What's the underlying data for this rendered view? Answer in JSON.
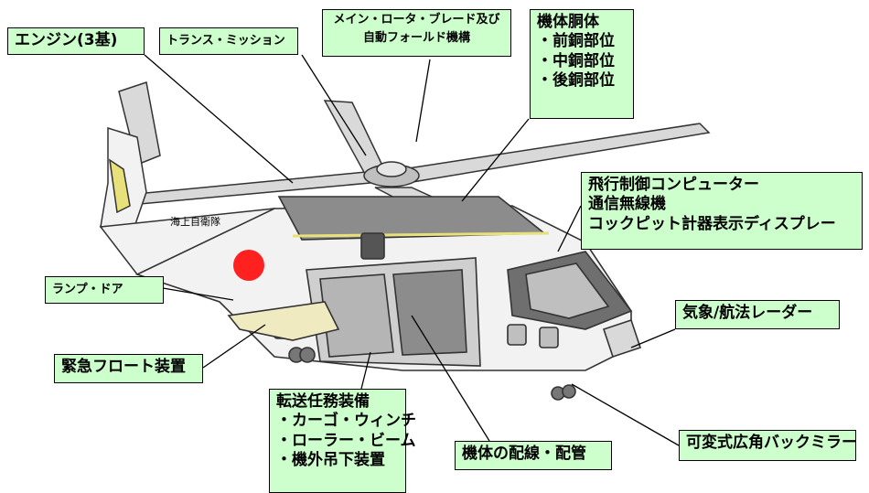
{
  "colors": {
    "callout_fill": "#ccffcc",
    "hull_white": "#f2f2f2",
    "hull_gray": "#8c8c8c",
    "roundel_red": "#ff2020",
    "stripe_yellow": "#e8e07a"
  },
  "fuselage_marking": "海上自衛隊",
  "labels": {
    "engine": "エンジン(3基)",
    "transmission": "トランス・ミッション",
    "rotor_line1": "メイン・ロータ・ブレード及び",
    "rotor_line2": "自動フォールド機構",
    "airframe_title": "機体胴体",
    "airframe_items": [
      "・前銅部位",
      "・中銅部位",
      "・後銅部位"
    ],
    "avionics_items": [
      "飛行制御コンピューター",
      "通信無線機",
      "コックピット計器表示ディスプレー"
    ],
    "ramp_door": "ランプ・ドア",
    "radar": "気象/航法レーダー",
    "float": "緊急フロート装置",
    "transport_title": "転送任務装備",
    "transport_items": [
      "・カーゴ・ウィンチ",
      "・ローラー・ビーム",
      "・機外吊下装置"
    ],
    "wiring": "機体の配線・配管",
    "mirror": "可変式広角バックミラー"
  }
}
